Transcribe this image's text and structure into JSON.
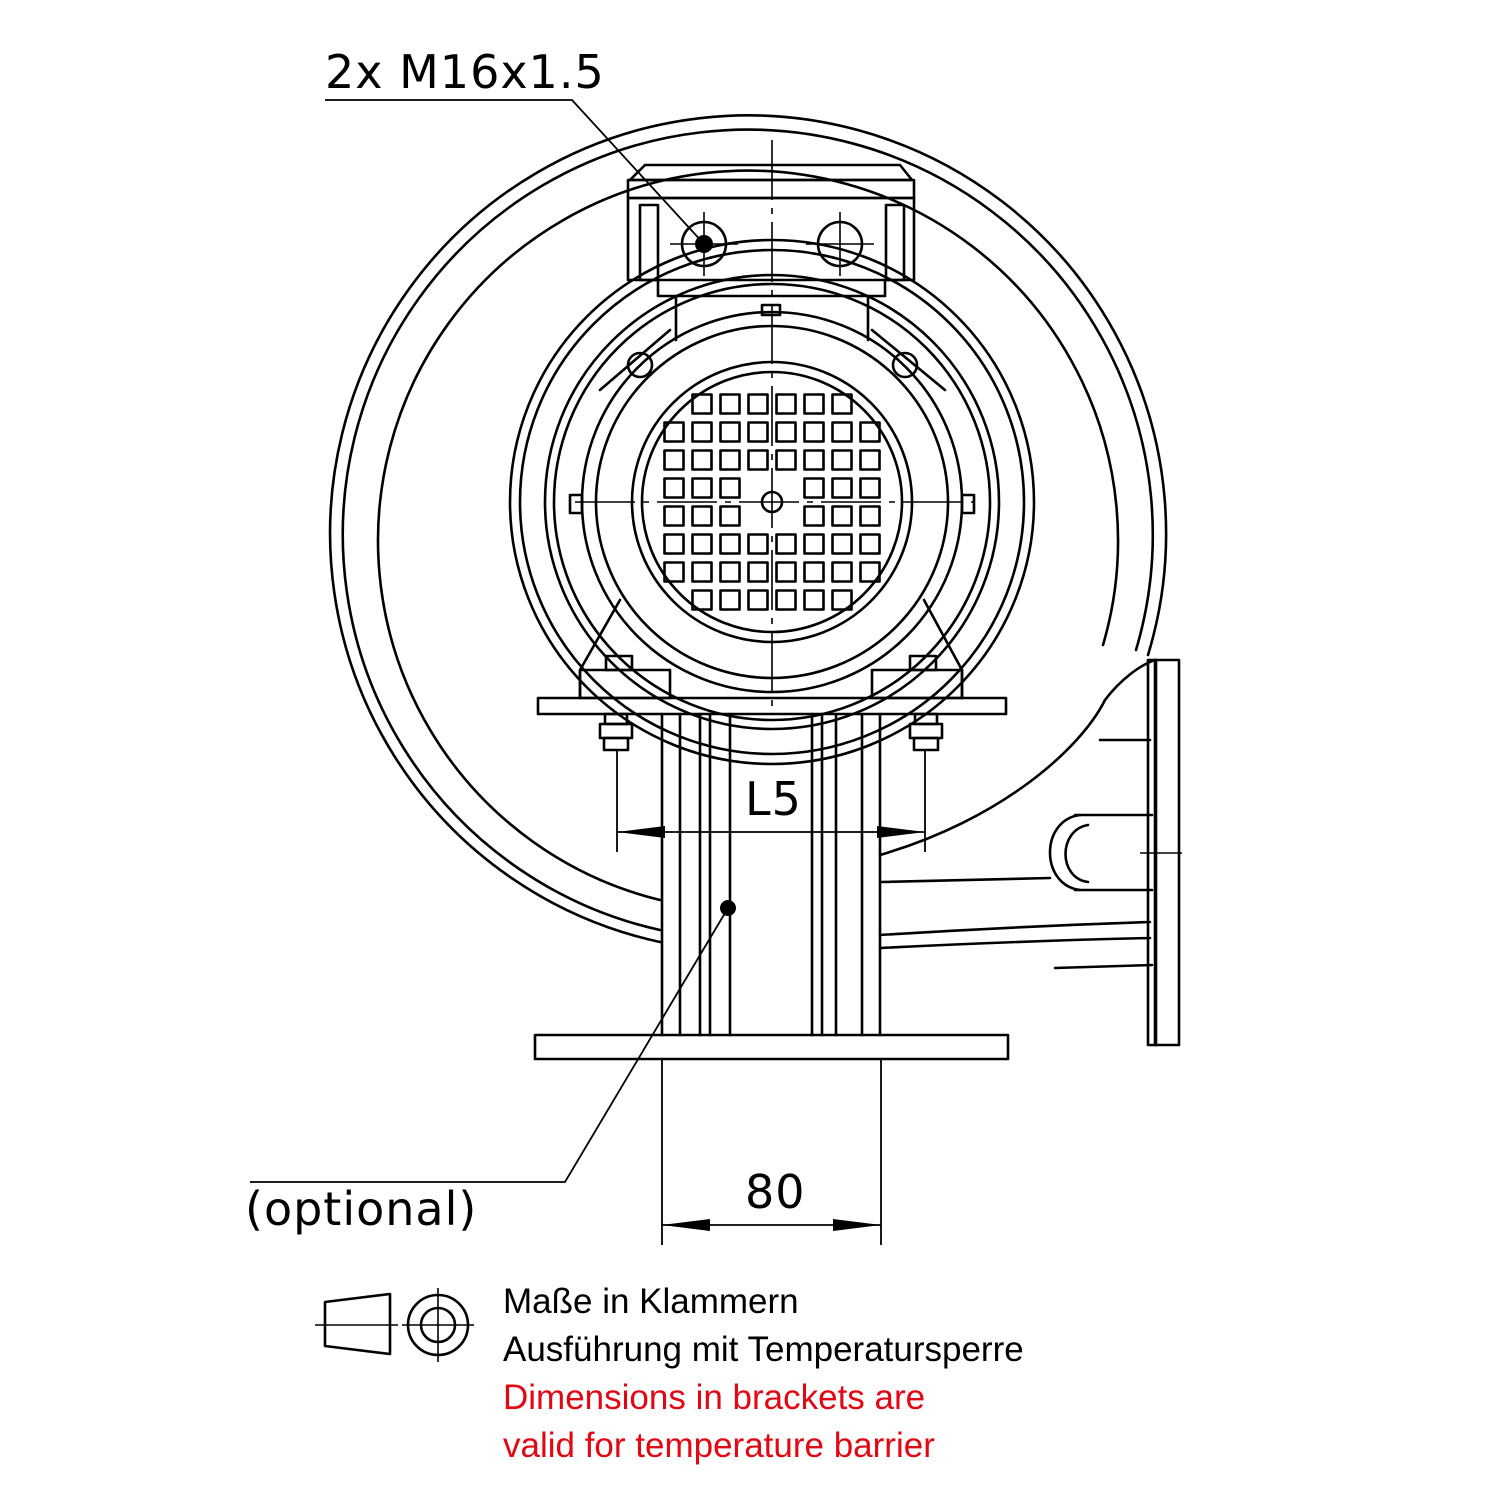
{
  "labels": {
    "thread": "2x  M16x1.5",
    "dim_l5": "L5",
    "dim_80": "80",
    "optional": "(optional)"
  },
  "notes": {
    "de_line1": "Maße in Klammern",
    "de_line2": "Ausführung mit Temperatursperre",
    "en_line1": "Dimensions in brackets are",
    "en_line2": "valid for temperature barrier"
  },
  "colors": {
    "line": "#000000",
    "note_de": "#000000",
    "note_en": "#e30613"
  },
  "icons": [
    "projection-symbol-icon"
  ]
}
